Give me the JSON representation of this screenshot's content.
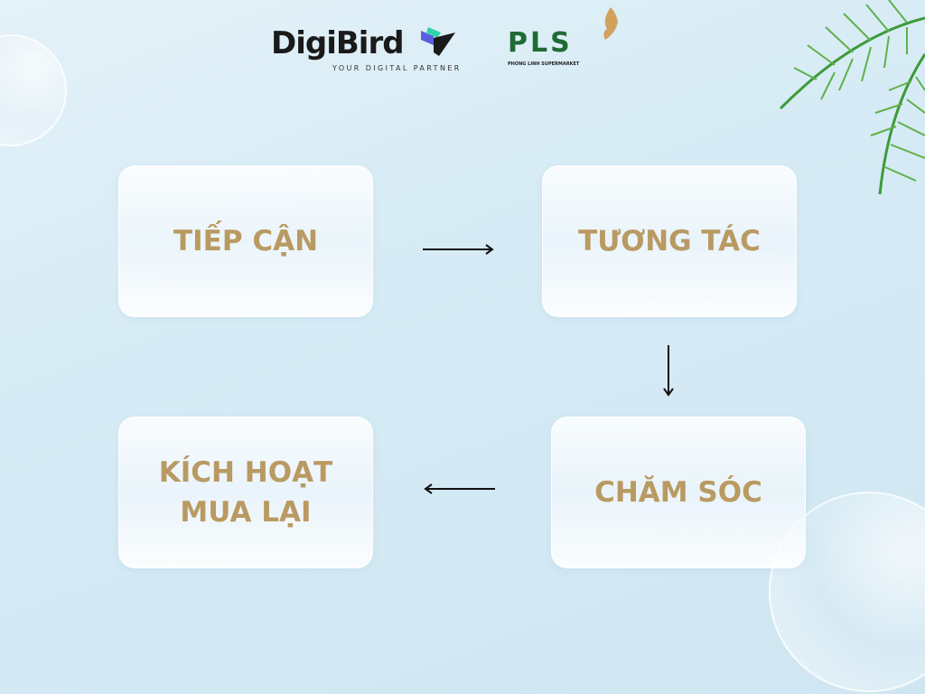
{
  "logos": {
    "digibird": {
      "name": "DigiBird",
      "tagline": "YOUR DIGITAL PARTNER"
    },
    "pls": {
      "name": "PLS",
      "tagline": "PHONG LINH SUPERMARKET"
    }
  },
  "steps": [
    {
      "label": "TIẾP CẬN"
    },
    {
      "label": "TƯƠNG TÁC"
    },
    {
      "label": "CHĂM SÓC"
    },
    {
      "label": "KÍCH HOẠT\nMUA LẠI"
    }
  ],
  "colors": {
    "text": "#b99a62",
    "arrow": "#111111",
    "pls_green": "#1e6b34"
  }
}
